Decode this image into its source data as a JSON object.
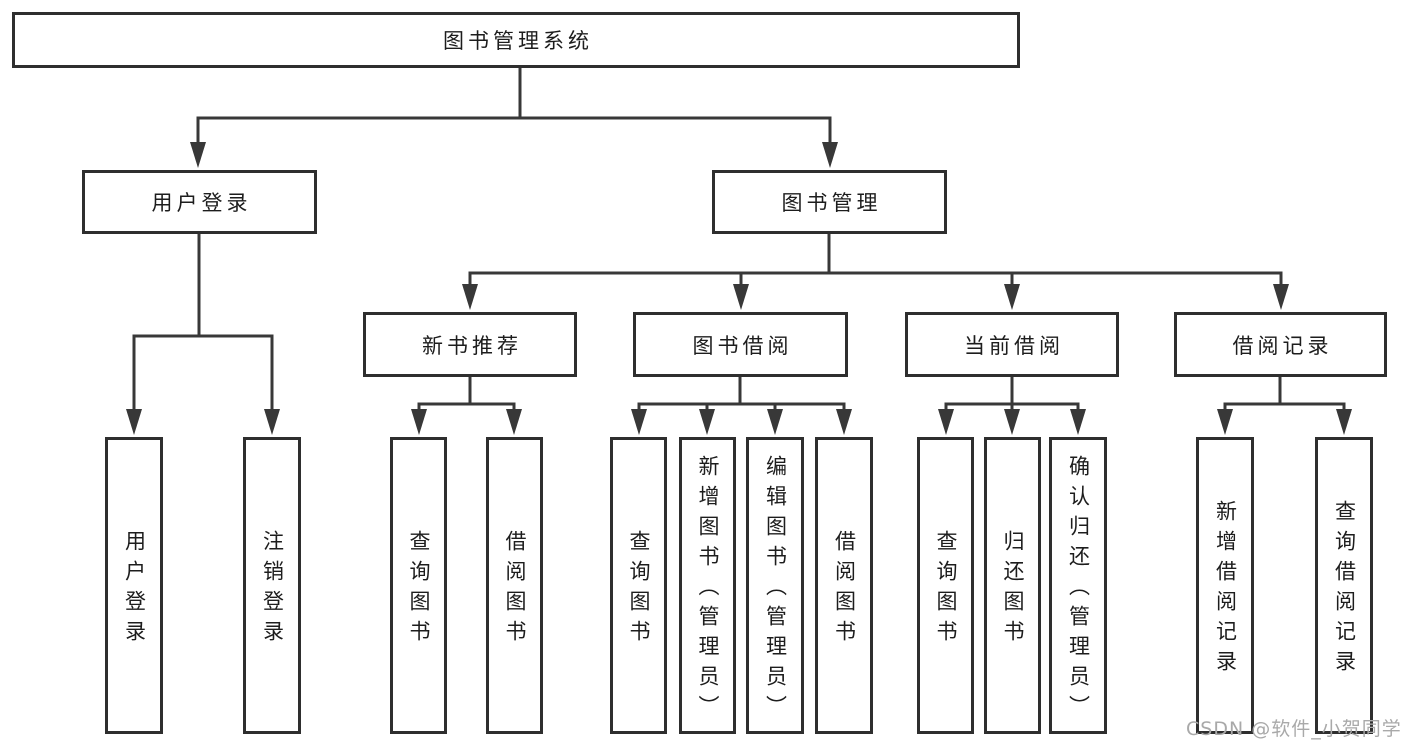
{
  "tree": {
    "label": "图书管理系统",
    "children": [
      {
        "label": "用户登录",
        "children": [
          {
            "label": "用户登录"
          },
          {
            "label": "注销登录"
          }
        ]
      },
      {
        "label": "图书管理",
        "children": [
          {
            "label": "新书推荐",
            "children": [
              {
                "label": "查询图书"
              },
              {
                "label": "借阅图书"
              }
            ]
          },
          {
            "label": "图书借阅",
            "children": [
              {
                "label": "查询图书"
              },
              {
                "label": "新增图书（管理员）"
              },
              {
                "label": "编辑图书（管理员）"
              },
              {
                "label": "借阅图书"
              }
            ]
          },
          {
            "label": "当前借阅",
            "children": [
              {
                "label": "查询图书"
              },
              {
                "label": "归还图书"
              },
              {
                "label": "确认归还（管理员）"
              }
            ]
          },
          {
            "label": "借阅记录",
            "children": [
              {
                "label": "新增借阅记录"
              },
              {
                "label": "查询借阅记录"
              }
            ]
          }
        ]
      }
    ]
  },
  "watermark": "CSDN @软件_小贺同学",
  "colors": {
    "line": "#383838",
    "box_border": "#2e2e2e",
    "text": "#1d1d1d",
    "watermark": "#a9a9a9",
    "background": "#ffffff"
  }
}
